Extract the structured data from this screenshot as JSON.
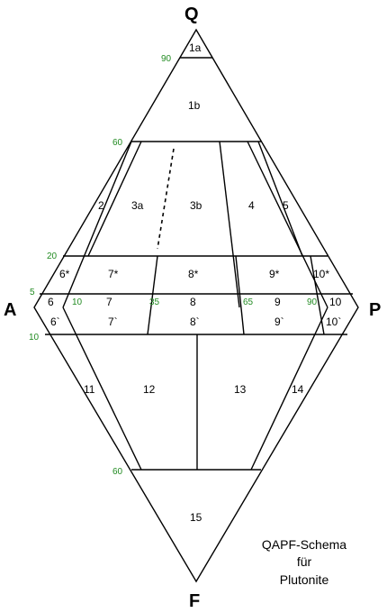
{
  "vertices": {
    "q": "Q",
    "a": "A",
    "p": "P",
    "f": "F"
  },
  "fields": {
    "f1a": "1a",
    "f1b": "1b",
    "f2": "2",
    "f3a": "3a",
    "f3b": "3b",
    "f4": "4",
    "f5": "5",
    "f6s": "6*",
    "f7s": "7*",
    "f8s": "8*",
    "f9s": "9*",
    "f10s": "10*",
    "f6": "6",
    "f7": "7",
    "f8": "8",
    "f9": "9",
    "f10": "10",
    "f6b": "6`",
    "f7b": "7`",
    "f8b": "8`",
    "f9b": "9`",
    "f10b": "10`",
    "f11": "11",
    "f12": "12",
    "f13": "13",
    "f14": "14",
    "f15": "15"
  },
  "percent_labels": {
    "q90": "90",
    "q60": "60",
    "q20": "20",
    "q5": "5",
    "p10": "10",
    "p35": "35",
    "p65": "65",
    "p90": "90",
    "f10": "10",
    "f60": "60"
  },
  "caption": {
    "line1": "QAPF-Schema",
    "line2": "für",
    "line3": "Plutonite"
  },
  "colors": {
    "lines": "#000000",
    "percent_labels": "#228b22",
    "background": "#ffffff"
  }
}
